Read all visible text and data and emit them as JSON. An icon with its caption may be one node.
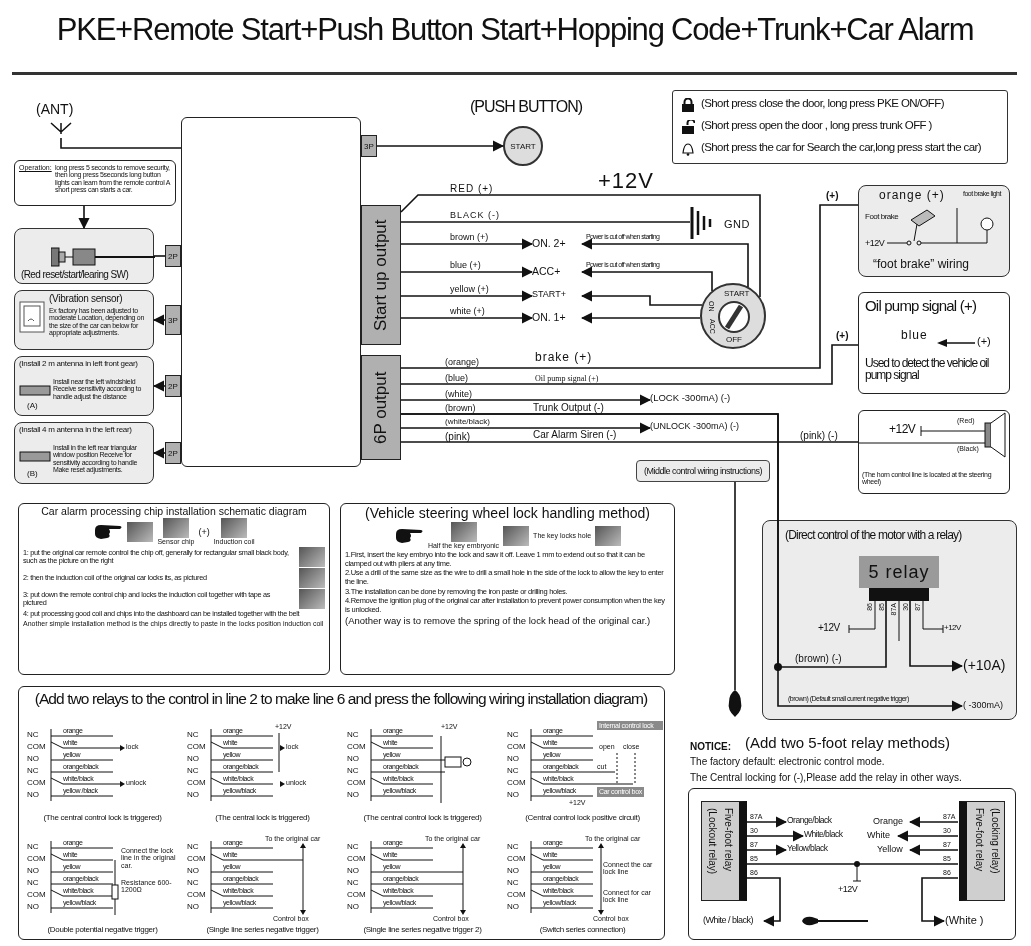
{
  "diagram": {
    "title": "PKE+Remote Start+Push Button Start+Hopping Code+Trunk+Car Alarm",
    "nodes": [
      {
        "text": [],
        "shape": "box"
      },
      {
        "text": [],
        "shape": "antenna",
        "beside": [
          "(ANT)"
        ]
      },
      {
        "text": [
          "Operation:",
          "long press 5 seconds to remove security, then long press 5seconds long button lights can learn from the remote control A short press can starts a car."
        ]
      },
      {
        "text": [
          "(Red reset/start/learing SW)"
        ]
      },
      {
        "text": [
          "2P"
        ]
      },
      {
        "text": [
          "(Vibration sensor)",
          "Ex factory has been adjusted to moderate Location, depending on the size of the car can below for appropriate adjustments."
        ]
      },
      {
        "text": [
          "3P"
        ]
      },
      {
        "text": [
          "(Install 2 m antenna in left front gear)",
          "(A)",
          "Install near the left windshield Receive sensitivity according to handle adjust the distance"
        ]
      },
      {
        "text": [
          "2P"
        ]
      },
      {
        "text": [
          "(Install 4 m antenna in the left rear)",
          "(B)",
          "Install in the left rear triangular window position Receive for sensitivity according to handle Make reset adjustments."
        ]
      },
      {
        "text": [
          "2P"
        ]
      },
      {
        "text": [
          "3P"
        ]
      },
      {
        "text": [
          "START"
        ],
        "beside": [
          "(PUSH BUTTON)"
        ]
      },
      {
        "text": [
          "Start up output"
        ]
      },
      {
        "text": [
          "6P output"
        ]
      },
      {
        "text": [],
        "shape": "ground",
        "beside": [
          "GND"
        ]
      },
      {
        "text": [
          "ON. 2+"
        ]
      },
      {
        "text": [
          "ACC+"
        ]
      },
      {
        "text": [
          "START+"
        ]
      },
      {
        "text": [
          "ON. 1+"
        ]
      },
      {
        "text": [
          "START",
          "ON",
          "ACC",
          "OFF"
        ]
      },
      {
        "text": [
          "orange (+)",
          "Foot brake",
          "foot brake light",
          "+12V",
          "“foot brake” wiring"
        ]
      },
      {
        "text": [
          "Oil pump signal (+)",
          "blue",
          "(+)",
          "Used to detect the vehicle oil pump signal"
        ]
      },
      {
        "text": [
          "(LOCK -300mA) (-)"
        ]
      },
      {
        "text": [
          "(UNLOCK -300mA) (-)"
        ]
      },
      {
        "text": [
          "+12V",
          "(Red)",
          "(Black)",
          "(The horn control line is located at the steering wheel)"
        ]
      },
      {
        "text": [
          "(Middle control wiring instructions)"
        ]
      },
      {
        "text": [
          "Car alarm processing chip installation schematic diagram",
          "Sensor chip",
          "(+)",
          "Induction coil",
          "1: put the original car remote control the chip off, generally for rectangular small black body, such as the picture on the right",
          "2: then the induction coil of the original car locks its, as pictured",
          "3: put down the remote control chip and locks the induction coil together with tape as pictured",
          "4: put processing good coil and chips into the dashboard can be installed together with the belt",
          "Another simple installation method is the chips directly to paste in the locks position induction coil"
        ]
      },
      {
        "text": [
          "(Vehicle steering wheel lock handling method)",
          "Half the key embryonic",
          "The key locks hole",
          "1.First, insert the key embryo into the lock and saw it off. Leave 1 mm to extend out so that it can be clamped out with pliers at any time.",
          "2.Use a drill of the same size as the wire to drill a small hole in the side of the lock to allow the key to enter the line.",
          "3.The installation can be done by removing the iron paste or drilling holes.",
          "4.Remove the ignition plug of the original car after installation to prevent power consumption when the key is unlocked.",
          "(Another way is to remove the spring of the lock head of the original car.)"
        ]
      },
      {
        "text": [
          "(Direct control of the motor with a relay)"
        ]
      },
      {
        "text": [
          "5 relay"
        ],
        "in": 29,
        "beside": [
          "86",
          "85",
          "87A",
          "30",
          "87"
        ]
      },
      {
        "text": [
          "(+10A)"
        ],
        "in": 29
      },
      {
        "text": [
          "( -300mA)"
        ],
        "in": 29
      },
      {
        "text": [
          "(Add two relays to the control in line 2 to make line 6 and press the following wiring installation diagram)"
        ]
      },
      {
        "text": [
          "NC",
          "COM",
          "NO",
          "NC",
          "COM",
          "NO",
          "orange",
          "white",
          "yellow",
          "orange/black",
          "white/black",
          "yellow /black",
          "lock",
          "unlock",
          "(The central control lock is triggered)"
        ],
        "in": 33
      },
      {
        "text": [
          "NC",
          "COM",
          "NO",
          "NC",
          "COM",
          "NO",
          "orange",
          "white",
          "yellow",
          "orange/black",
          "white/black",
          "yellow/black",
          "+12V",
          "lock",
          "unlock",
          "(The central lock is triggered)"
        ],
        "in": 33
      },
      {
        "text": [
          "NC",
          "COM",
          "NO",
          "NC",
          "COM",
          "NO",
          "orange",
          "white",
          "yellow",
          "orange/black",
          "white/black",
          "yellow/black",
          "+12V",
          "(The central control lock is triggered)"
        ],
        "in": 33
      },
      {
        "text": [
          "NC",
          "COM",
          "NO",
          "NC",
          "COM",
          "NO",
          "orange",
          "white",
          "yellow",
          "orange/black",
          "white/black",
          "yellow/black",
          "Internal control lock",
          "open",
          "close",
          "cut",
          "Car control box",
          "+12V",
          "(Central control lock positive circuit)"
        ],
        "in": 33
      },
      {
        "text": [
          "NC",
          "COM",
          "NO",
          "NC",
          "COM",
          "NO",
          "orange",
          "white",
          "yellow",
          "orange/black",
          "white/black",
          "yellow/black",
          "Connect the lock line in the original car.",
          "Resistance 600-1200Ω",
          "(Double potential negative trigger)"
        ],
        "in": 33
      },
      {
        "text": [
          "NC",
          "COM",
          "NO",
          "NC",
          "COM",
          "NO",
          "orange",
          "white",
          "yellow",
          "orange/black",
          "white/black",
          "yellow/black",
          "To the original car",
          "Control box",
          "(Single line series negative trigger)"
        ],
        "in": 33
      },
      {
        "text": [
          "NC",
          "COM",
          "NO",
          "NC",
          "COM",
          "NO",
          "orange",
          "white",
          "yellow",
          "orange/black",
          "white/black",
          "yellow/black",
          "To the original car",
          "Control box",
          "(Single line series negative trigger 2)"
        ],
        "in": 33
      },
      {
        "text": [
          "NC",
          "COM",
          "NO",
          "NC",
          "COM",
          "NO",
          "orange",
          "white",
          "yellow",
          "orange/black",
          "white/black",
          "yellow/black",
          "To the original car",
          "Connect the car lock line",
          "Connect for car lock line",
          "Control box",
          "(Switch series connection)"
        ],
        "in": 33
      },
      {
        "text": [],
        "shape": "box"
      },
      {
        "text": [
          "Five-foot relay",
          "(Lockout relay)"
        ],
        "in": 42
      },
      {
        "text": [
          "Five-foot relay",
          "(Locking relay)"
        ],
        "in": 42
      },
      {
        "text": [
          "Orange/black"
        ],
        "in": 42
      },
      {
        "text": [
          "White/black"
        ],
        "in": 42
      },
      {
        "text": [
          "Yellow/black"
        ],
        "in": 42
      },
      {
        "text": [
          "Orange"
        ],
        "in": 42
      },
      {
        "text": [
          "White"
        ],
        "in": 42
      },
      {
        "text": [
          "Yellow"
        ],
        "in": 42
      },
      {
        "text": [
          "(White / black)"
        ],
        "in": 42
      },
      {
        "text": [
          "(White )"
        ],
        "in": 42
      },
      {
        "text": [],
        "shape": "hand"
      }
    ],
    "edges": [
      {
        "from": 1,
        "to": 0,
        "arrow": "none"
      },
      {
        "from": 2,
        "to": 3,
        "arrow": "to"
      },
      {
        "from": 4,
        "to": 3,
        "arrow": "none"
      },
      {
        "from": 6,
        "to": 5,
        "arrow": "to"
      },
      {
        "from": 8,
        "to": 7,
        "arrow": "to"
      },
      {
        "from": 10,
        "to": 9,
        "arrow": "to"
      },
      {
        "from": 11,
        "to": 12,
        "arrow": "to"
      },
      {
        "from": 13,
        "to": 20,
        "arrow": "none",
        "label": "RED (+)"
      },
      {
        "from": 13,
        "to": 15,
        "arrow": "none",
        "label": "BLACK (-)"
      },
      {
        "from": 13,
        "to": 16,
        "arrow": "to",
        "label": "brown (+)"
      },
      {
        "from": 13,
        "to": 17,
        "arrow": "to",
        "label": "blue (+)"
      },
      {
        "from": 13,
        "to": 18,
        "arrow": "to",
        "label": "yellow (+)"
      },
      {
        "from": 13,
        "to": 19,
        "arrow": "to",
        "label": "white (+)"
      },
      {
        "from": 20,
        "to": 16,
        "arrow": "to",
        "label": "Power is cut off when starting"
      },
      {
        "from": 20,
        "to": 17,
        "arrow": "to",
        "label": "Power is cut off when starting"
      },
      {
        "from": 20,
        "to": 18,
        "arrow": "to"
      },
      {
        "from": 20,
        "to": 19,
        "arrow": "to"
      },
      {
        "from": 14,
        "to": 21,
        "arrow": "none",
        "label": "(orange)"
      },
      {
        "from": 14,
        "to": 22,
        "arrow": "none",
        "label": "(blue)"
      },
      {
        "from": 14,
        "to": 23,
        "arrow": "to",
        "label": "(white)"
      },
      {
        "from": 14,
        "to": 30,
        "arrow": "none",
        "label": "(brown) (-)"
      },
      {
        "from": 14,
        "to": 32,
        "arrow": "to",
        "label": "(brown) (Default small current negative trigger)"
      },
      {
        "from": 14,
        "to": 24,
        "arrow": "to",
        "label": "(white/black)"
      },
      {
        "from": 14,
        "to": 25,
        "arrow": "none",
        "label": "(pink)"
      },
      {
        "from": 26,
        "to": 53,
        "arrow": "none"
      },
      {
        "from": 30,
        "to": 31,
        "arrow": "to"
      },
      {
        "from": 43,
        "to": 45,
        "arrow": "to"
      },
      {
        "from": 43,
        "to": 46,
        "arrow": "to"
      },
      {
        "from": 43,
        "to": 47,
        "arrow": "to"
      },
      {
        "from": 44,
        "to": 48,
        "arrow": "to"
      },
      {
        "from": 44,
        "to": 49,
        "arrow": "to"
      },
      {
        "from": 44,
        "to": 50,
        "arrow": "to"
      },
      {
        "from": 43,
        "to": 44,
        "arrow": "none"
      },
      {
        "from": 43,
        "to": 51,
        "arrow": "to"
      },
      {
        "from": 44,
        "to": 52,
        "arrow": "to"
      }
    ],
    "labels": [
      "+12V",
      "brake (+)",
      "(+)",
      "(+)",
      "Oil pump signal (+)",
      "(brown)",
      "Trunk Output (-)",
      "Car Alarm Siren (-)",
      "(pink) (-)",
      "+12V",
      "+12V",
      "NOTICE:",
      "(Add two 5-foot relay methods)",
      "The factory default: electronic control mode.",
      "The Central locking for (-),Please add the relay in other ways.",
      "87A",
      "30",
      "87",
      "85",
      "86",
      "87A",
      "30",
      "87",
      "85",
      "86",
      "+12V"
    ],
    "legend": [
      {
        "text": "(Short press close the door, long press PKE ON/OFF)"
      },
      {
        "text": "(Short press open the door , long press trunk OFF )"
      },
      {
        "text": "(Short press the car for Search the car,long press start the car)"
      }
    ]
  }
}
